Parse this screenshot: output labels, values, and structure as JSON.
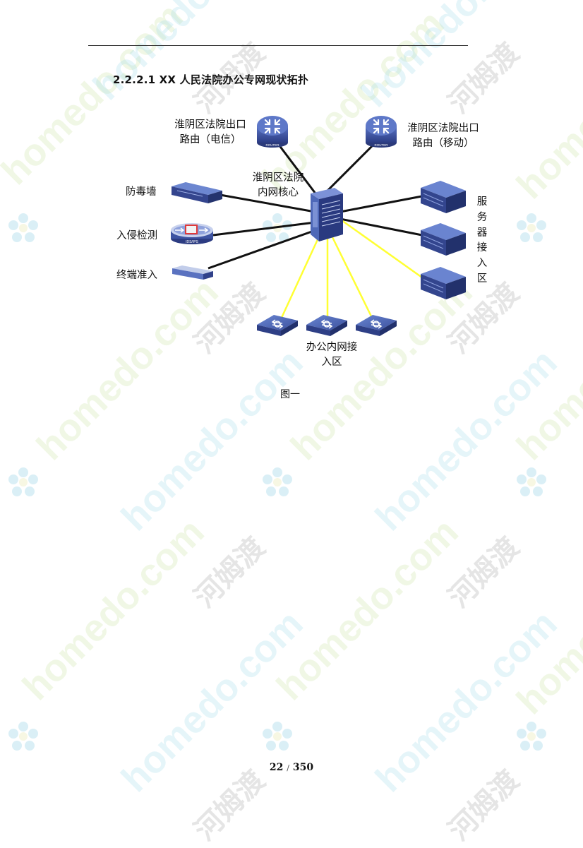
{
  "section": {
    "title": "2.2.2.1 XX 人民法院办公专网现状拓扑"
  },
  "diagram": {
    "router_telecom_label_line1": "淮阴区法院出口",
    "router_telecom_label_line2": "路由（电信）",
    "router_mobile_label_line1": "淮阴区法院出口",
    "router_mobile_label_line2": "路由（移动）",
    "core_label_line1": "淮阴区法院",
    "core_label_line2": "内网核心",
    "firewall_label": "防毒墙",
    "ids_label": "入侵检测",
    "access_label": "终端准入",
    "server_zone_chars": [
      "服",
      "务",
      "器",
      "接",
      "入",
      "区"
    ],
    "office_zone_line1": "办公内网接",
    "office_zone_line2": "入区",
    "router_badge": "ROUTER",
    "ids_badge": "IDS/IPS",
    "colors": {
      "device_blue": "#3a4f9c",
      "device_dark": "#28356f",
      "link_black": "#111111",
      "link_yellow": "#ffff33"
    }
  },
  "figure": {
    "caption": "图一"
  },
  "footer": {
    "page_current": "22",
    "page_total": "350",
    "separator": "/"
  },
  "watermark": {
    "brand_text": "homedo.com",
    "cn_text": "河姆渡"
  }
}
